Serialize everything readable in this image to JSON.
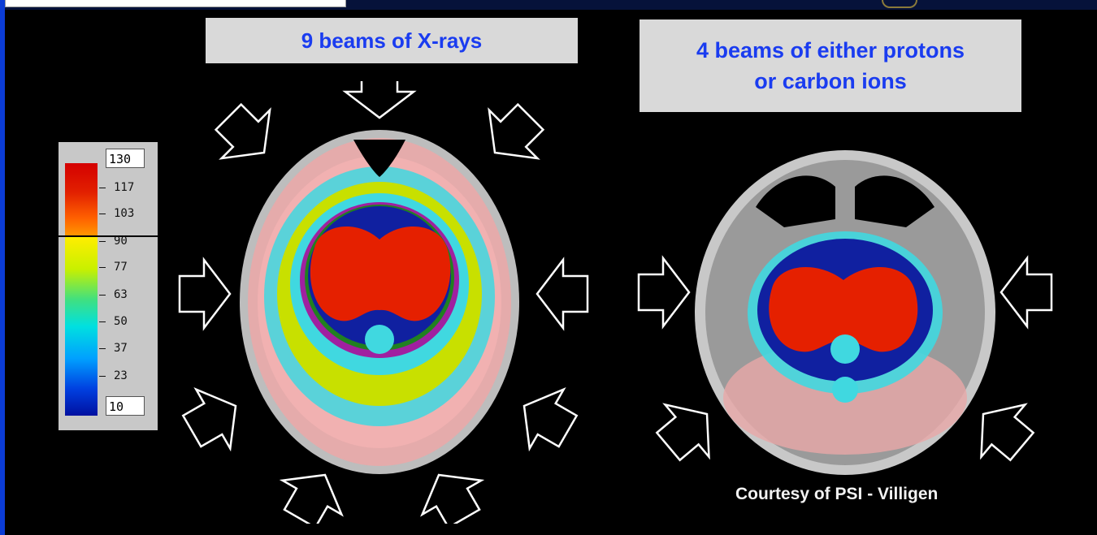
{
  "labels": {
    "left": "9 beams of X-rays",
    "right_line1": "4 beams of either protons",
    "right_line2": "or carbon ions"
  },
  "legend": {
    "max_value": "130",
    "min_value": "10",
    "ticks": [
      "117",
      "103",
      "90",
      "77",
      "63",
      "50",
      "37",
      "23"
    ]
  },
  "credit": "Courtesy of PSI - Villigen",
  "colors": {
    "label_text": "#1a3cf0",
    "label_bg": "#d9d9d9",
    "border_blue": "#0b3cd6",
    "arrow_outline": "#ffffff"
  },
  "images": {
    "left_scan": "dose-distribution-9-xray-beams",
    "right_scan": "dose-distribution-4-particle-beams"
  }
}
